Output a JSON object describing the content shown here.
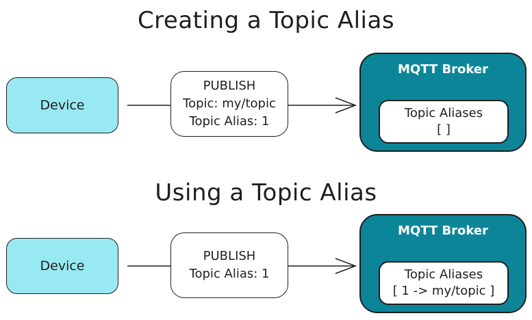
{
  "diagram": {
    "sections": [
      {
        "title": "Creating a Topic Alias",
        "device": "Device",
        "publish": {
          "header": "PUBLISH",
          "lines": [
            "Topic: my/topic",
            "Topic Alias: 1"
          ]
        },
        "broker": {
          "label": "MQTT Broker",
          "aliases_title": "Topic Aliases",
          "aliases_value": "[ ]"
        }
      },
      {
        "title": "Using a Topic Alias",
        "device": "Device",
        "publish": {
          "header": "PUBLISH",
          "lines": [
            "Topic Alias: 1"
          ]
        },
        "broker": {
          "label": "MQTT Broker",
          "aliases_title": "Topic Aliases",
          "aliases_value": "[ 1 -> my/topic ]"
        }
      }
    ],
    "colors": {
      "device_fill": "#99e9f2",
      "broker_fill": "#0c8599",
      "stroke": "#1e1e1e",
      "background": "#ffffff"
    }
  }
}
